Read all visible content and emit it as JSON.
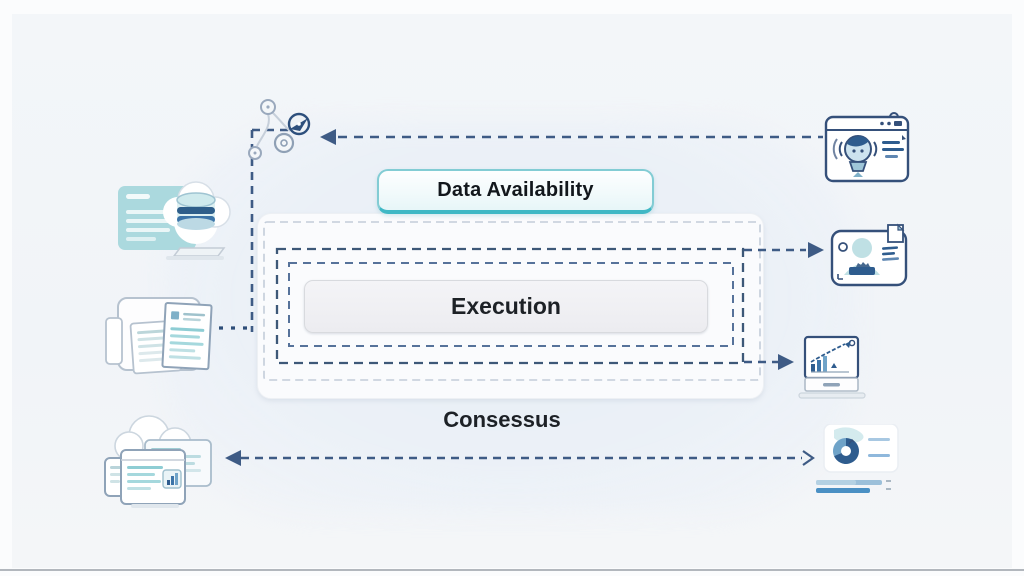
{
  "diagram": {
    "labels": {
      "data_availability": "Data Availability",
      "execution": "Execution",
      "consensus": "Consessus"
    },
    "colors": {
      "background": "#f2f5f8",
      "dash_line": "#3e5b85",
      "faint_dash": "#c3cdda",
      "teal_border": "#82ccd4",
      "teal_shadow": "#3fb8c5",
      "execution_fill": "#ececf0",
      "card_fill": "#fafbfd",
      "icon_navy": "#2e5c8e",
      "icon_teal": "#a9d8de",
      "text_dark": "#1d2126"
    },
    "nodes": {
      "left_icons": [
        "cloud-database",
        "document-stack",
        "browser-documents"
      ],
      "right_icons": [
        "robot-browser",
        "person-card",
        "laptop-chart",
        "analytics-card"
      ],
      "corner_icon": "network-nodes-compass",
      "layers": [
        "data-availability",
        "execution",
        "consensus"
      ]
    },
    "edges": [
      {
        "from": "robot-browser",
        "to": "network-nodes-compass",
        "arrow": "left",
        "style": "dashed"
      },
      {
        "from": "document-stack",
        "to": "layer-frame-left",
        "arrow": "none",
        "style": "dash-dot"
      },
      {
        "from": "layer-frame-top",
        "to": "person-card",
        "arrow": "right",
        "style": "dashed"
      },
      {
        "from": "layer-frame-bottom",
        "to": "laptop-chart",
        "arrow": "right",
        "style": "dashed"
      },
      {
        "from": "browser-documents",
        "to": "analytics-card",
        "arrow": "both",
        "style": "dashed"
      }
    ]
  }
}
